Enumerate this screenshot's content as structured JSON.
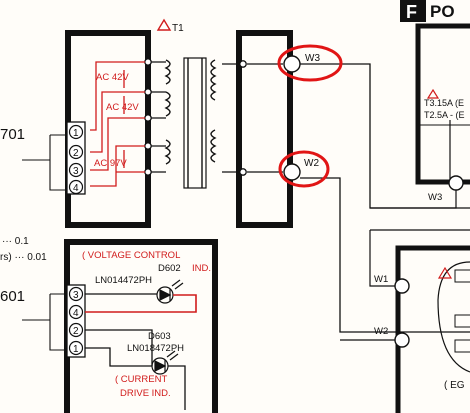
{
  "section_badge": {
    "letter": "F",
    "text": "PO"
  },
  "transformer": {
    "label": "T1"
  },
  "terminals": {
    "w3_right": "W3",
    "w2_right": "W2",
    "w3_lower": "W3",
    "w1": "W1",
    "w2_lower": "W2"
  },
  "left_labels": {
    "conn_701": "701",
    "conn_601": "601",
    "val_1": "··· 0.1",
    "val_2": "rs) ··· 0.01"
  },
  "voltages": {
    "v1": "AC 42V",
    "v2": "AC 42V",
    "v3": "AC  97V"
  },
  "pins_top": [
    "1",
    "2",
    "3",
    "4"
  ],
  "pins_bottom": [
    "3",
    "4",
    "2",
    "1"
  ],
  "voltage_control_box": {
    "title": "( VOLTAGE CONTROL",
    "d602": "D602",
    "d602_tag": "IND.",
    "led1_part": "LN014472PH",
    "d603": "D603",
    "led2_part": "LN018472PH",
    "current_1": "( CURRENT",
    "current_2": "DRIVE IND."
  },
  "fuse_labels": {
    "f1": "T3.15A  (E",
    "f2": "T2.5A - (E"
  },
  "bottom_right_label": "( EG",
  "colors": {
    "ink": "#111111",
    "red": "#d11c1c",
    "paper": "#fffdf9"
  }
}
